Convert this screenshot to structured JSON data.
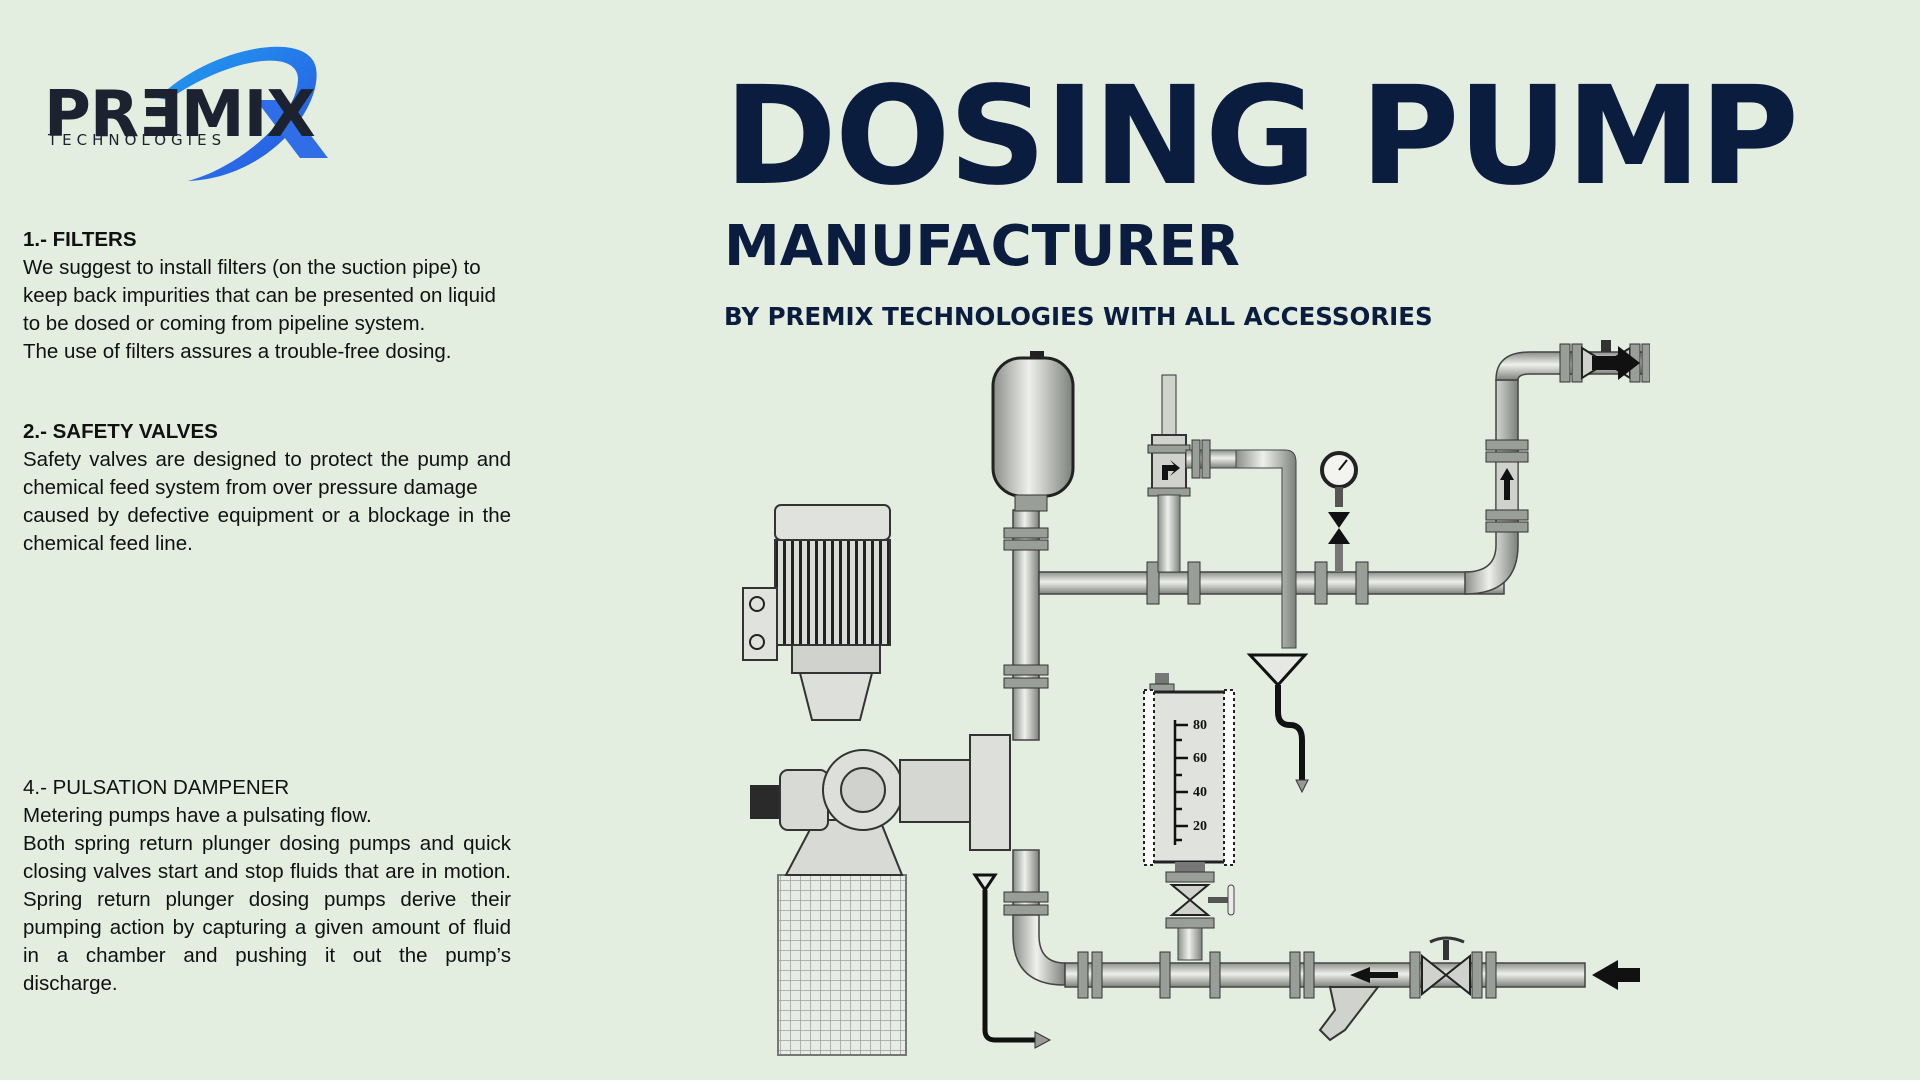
{
  "logo": {
    "word": "PRƎMIX",
    "sub": "TECHNOLOGIES"
  },
  "heading": {
    "title": "DOSING PUMP",
    "subtitle": "MANUFACTURER",
    "tagline": "BY PREMIX TECHNOLOGIES WITH ALL ACCESSORIES"
  },
  "sections": {
    "filters": {
      "title": "1.- FILTERS",
      "body": "We suggest to install filters (on the suction pipe) to keep back impurities that can be presented on liquid to be dosed or coming from pipeline system.",
      "note": "The use of filters assures a trouble-free dosing."
    },
    "safety": {
      "title": "2.- SAFETY VALVES",
      "body1": "Safety valves are designed to protect the pump and chemical feed system from over pressure damage",
      "body2": "caused by defective equipment or a blockage in the chemical feed line."
    },
    "pulsation": {
      "title": "4.- PULSATION DAMPENER",
      "line1": "Metering pumps have a pulsating flow.",
      "body": "Both spring return plunger dosing pumps and quick closing valves start and stop fluids that are in motion. Spring return plunger dosing pumps derive their pumping action by capturing a given amount of fluid in a chamber and pushing it out the pump’s discharge."
    }
  },
  "diagram": {
    "scale_labels": [
      "80",
      "60",
      "40",
      "20"
    ]
  },
  "colors": {
    "background": "#e3ede0",
    "title": "#0b1d3e",
    "logo_accent": "#2f6ee6"
  }
}
